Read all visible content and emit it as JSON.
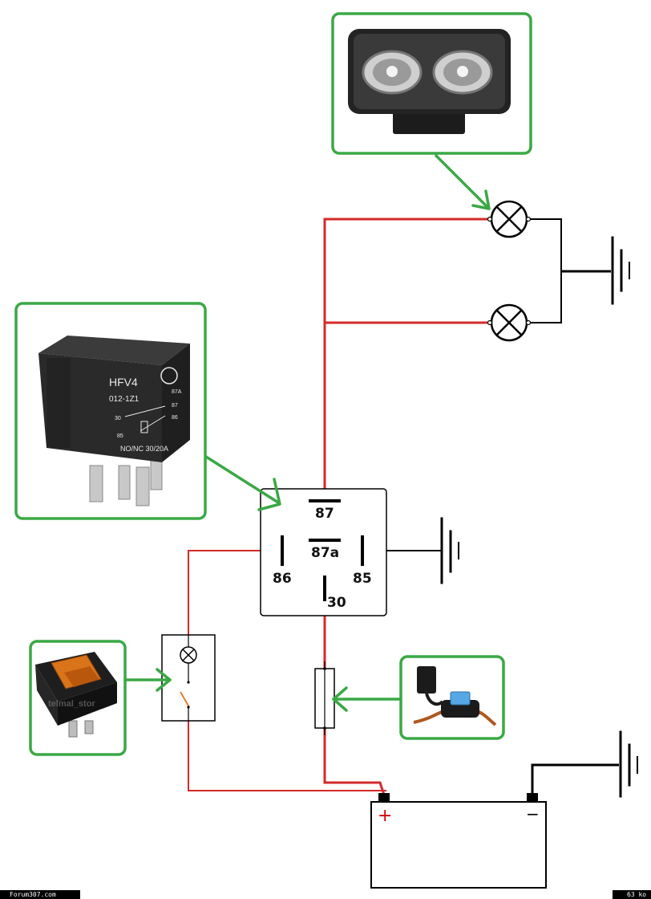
{
  "relay": {
    "pins": {
      "p87": "87",
      "p87a": "87a",
      "p86": "86",
      "p85": "85",
      "p30": "30"
    }
  },
  "relay_photo": {
    "brand": "HFV4",
    "model": "012-1Z1",
    "pin_87a": "87A",
    "pin_87": "87",
    "pin_30": "30",
    "pin_86": "86",
    "pin_85": "85",
    "rating": "NO/NC 30/20A"
  },
  "battery": {
    "plus": "+",
    "minus": "−"
  },
  "switch_photo": {
    "watermark": "telmal_stor"
  },
  "footer": {
    "left": "Forum307.com",
    "right": "63 ko"
  },
  "colors": {
    "wire_red": "#d42a2a",
    "wire_black": "#000000",
    "callout_green": "#3aa845",
    "battery_plus": "#d40000"
  }
}
